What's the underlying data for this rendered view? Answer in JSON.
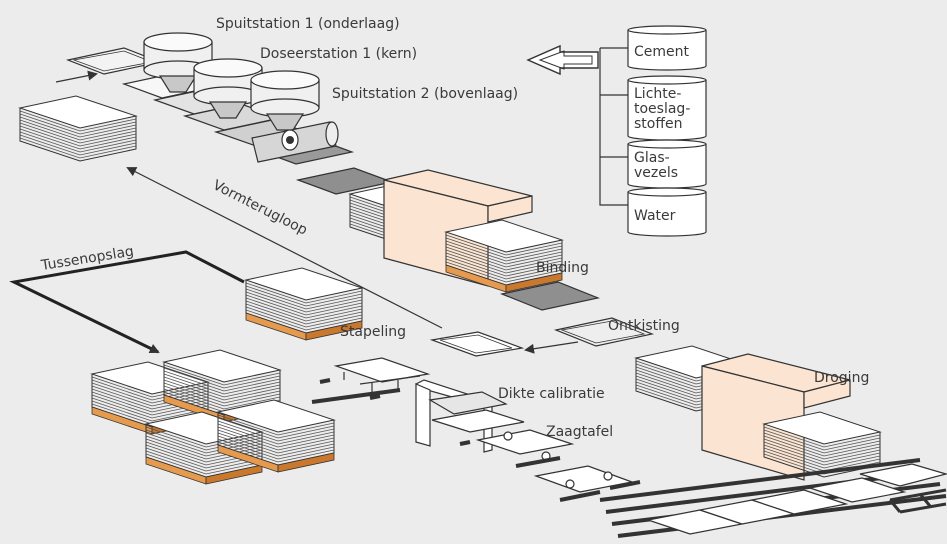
{
  "labels": {
    "spuit1": "Spuitstation 1 (onderlaag)",
    "doseer1": "Doseerstation 1 (kern)",
    "spuit2": "Spuitstation 2 (bovenlaag)",
    "vormterugloop": "Vormterugloop",
    "tussenopslag": "Tussenopslag",
    "binding": "Binding",
    "ontkisting": "Ontkisting",
    "stapeling": "Stapeling",
    "dikte": "Dikte calibratie",
    "zaagtafel": "Zaagtafel",
    "droging": "Droging"
  },
  "ingredients": [
    {
      "lines": [
        "Cement"
      ]
    },
    {
      "lines": [
        "Lichte-",
        "toeslag-",
        "stoffen"
      ]
    },
    {
      "lines": [
        "Glas-",
        "vezels"
      ]
    },
    {
      "lines": [
        "Water"
      ]
    }
  ],
  "colors": {
    "background": "#ececec",
    "oven": "#fbe5d2",
    "pallet": "#e59a4e",
    "line": "#333333"
  }
}
